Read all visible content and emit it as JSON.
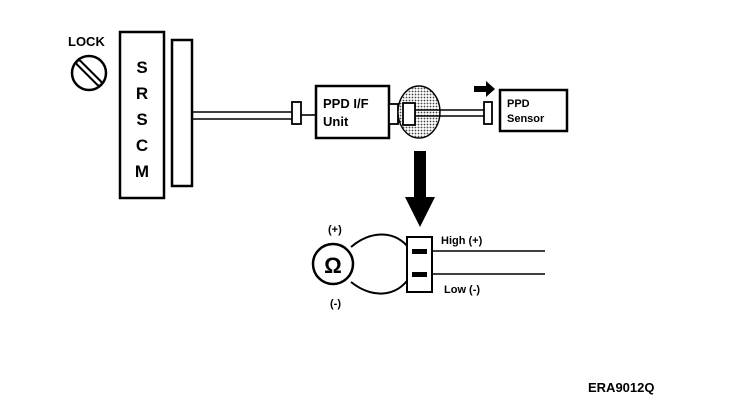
{
  "lock_label": "LOCK",
  "module": {
    "letters": [
      "S",
      "R",
      "S",
      "C",
      "M"
    ]
  },
  "ppd_if_unit": {
    "line1": "PPD I/F",
    "line2": "Unit"
  },
  "ppd_sensor": {
    "line1": "PPD",
    "line2": "Sensor"
  },
  "meter": {
    "symbol": "Ω",
    "plus": "(+)",
    "minus": "(-)"
  },
  "wires": {
    "high": "High (+)",
    "low": "Low (-)"
  },
  "figure_code": "ERA9012Q"
}
